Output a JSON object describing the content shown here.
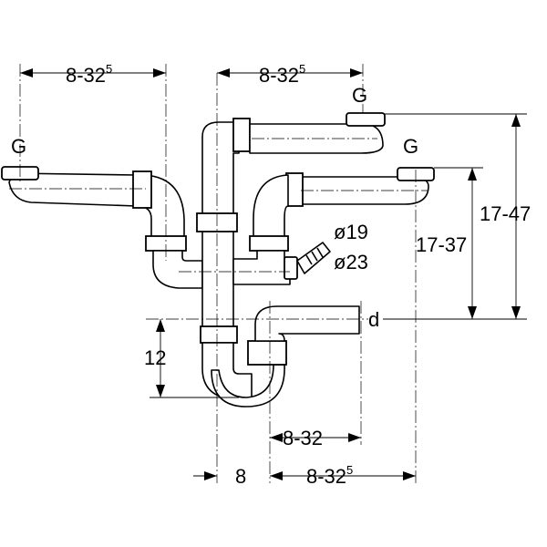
{
  "dimensions": {
    "top_left_span": {
      "main": "8-32",
      "sup": "5"
    },
    "top_middle_span": {
      "main": "8-32",
      "sup": "5"
    },
    "bottom_right_span": {
      "main": "8-32",
      "sup": "5"
    },
    "outlet_offset": "8-32",
    "bottom_left_offset": "8",
    "trap_height": "12",
    "inlet_height_short": "17-37",
    "inlet_height_long": "17-47",
    "nozzle_diameter_small": "ø19",
    "nozzle_diameter_large": "ø23",
    "outlet_label": "d"
  },
  "inlet_labels": {
    "left": "G",
    "top_middle": "G",
    "right": "G"
  }
}
